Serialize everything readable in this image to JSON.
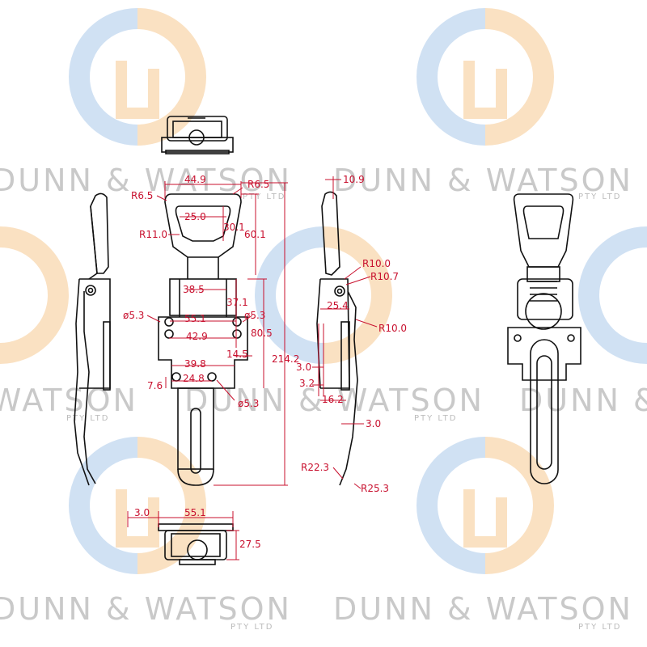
{
  "watermark": {
    "brand": "DUNN & WATSON",
    "sub": "PTY LTD",
    "colors": {
      "blue": "#a9c8ea",
      "orange": "#f6c890",
      "text": "#c9c9c9"
    }
  },
  "dimensions": {
    "front": {
      "d44_9": "44.9",
      "r6_5_left": "R6.5",
      "r6_5_right": "R6.5",
      "d25_0": "25.0",
      "r11_0": "R11.0",
      "d30_1": "30.1",
      "d60_1": "60.1",
      "d38_5": "38.5",
      "d37_1": "37.1",
      "phi5_3_left": "ø5.3",
      "d55_1": "55.1",
      "phi5_3_right": "ø5.3",
      "d42_9": "42.9",
      "d80_5": "80.5",
      "d14_5": "14.5",
      "d214_2": "214.2",
      "d39_8": "39.8",
      "d7_6": "7.6",
      "d24_8": "24.8",
      "phi5_3_bottom": "ø5.3"
    },
    "side": {
      "d10_9": "10.9",
      "r10_0_top": "R10.0",
      "r10_7": "R10.7",
      "d25_4": "25.4",
      "r10_0_mid": "R10.0",
      "d3_0_a": "3.0",
      "d3_2": "3.2",
      "d16_2": "16.2",
      "d3_0_b": "3.0",
      "r22_3": "R22.3",
      "r25_3": "R25.3"
    },
    "bottom": {
      "d3_0": "3.0",
      "d55_1": "55.1",
      "d27_5": "27.5"
    }
  }
}
